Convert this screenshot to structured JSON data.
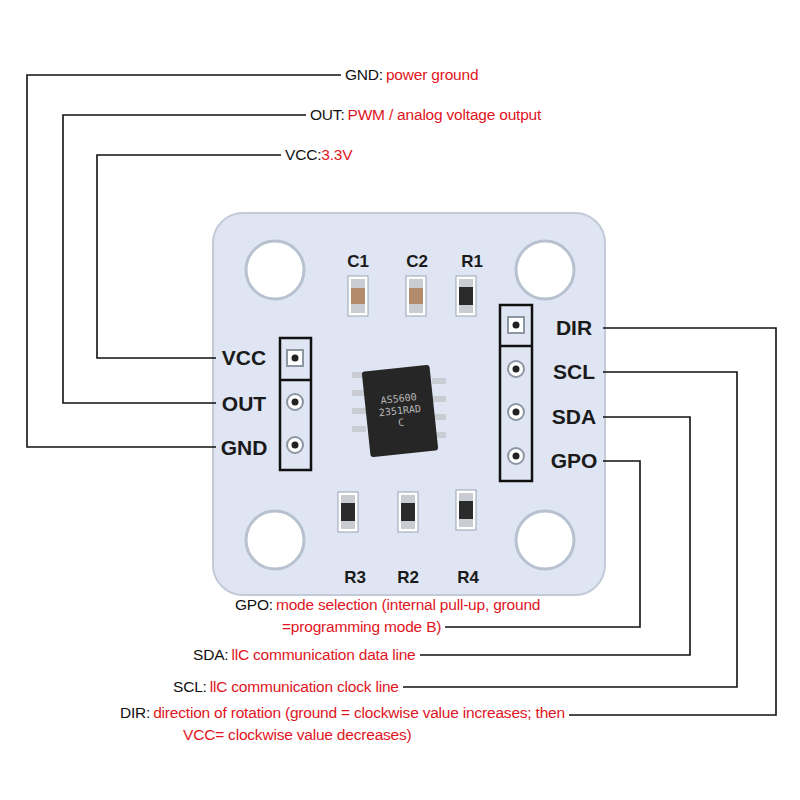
{
  "diagram": {
    "nodes": [
      {
        "text": [
          "AS5600 2351RAD C"
        ]
      }
    ],
    "labels": [
      "GND:",
      "power ground",
      "OUT:",
      "PWM / analog voltage output",
      "VCC:",
      "3.3V",
      "C1",
      "C2",
      "R1",
      "VCC",
      "OUT",
      "GND",
      "DIR",
      "SCL",
      "SDA",
      "GPO",
      "R3",
      "R2",
      "R4",
      "GPO:",
      "mode selection (internal pull-up, ground =programming mode B)",
      "SDA:",
      "llC communication data line",
      "SCL:",
      "llC communication clock line",
      "DIR:",
      "direction of rotation (ground = clockwise value increases; then VCC= clockwise value decreases)"
    ]
  }
}
